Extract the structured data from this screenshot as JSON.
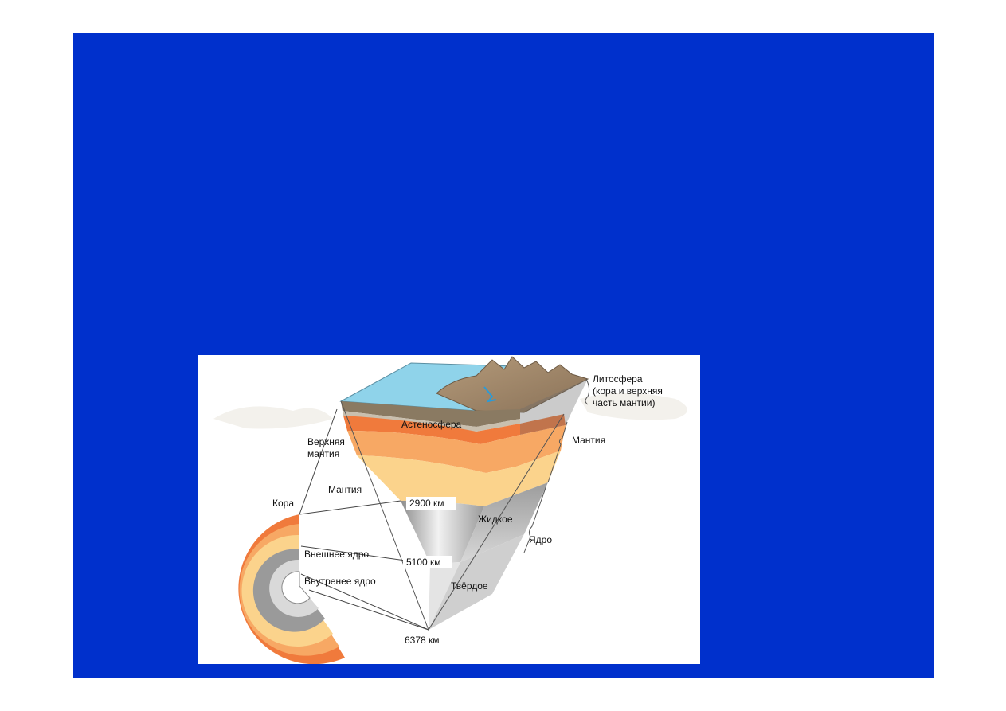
{
  "diagram": {
    "labels": {
      "lithosphere_line1": "Литосфера",
      "lithosphere_line2": "(кора и верхняя",
      "lithosphere_line3": "часть мантии)",
      "asthenosphere": "Астеносфера",
      "upper_mantle_line1": "Верхняя",
      "upper_mantle_line2": "мантия",
      "mantle_left": "Мантия",
      "mantle_right": "Мантия",
      "crust": "Кора",
      "outer_core": "Внешнее ядро",
      "inner_core": "Внутренее ядро",
      "liquid": "Жидкое",
      "solid": "Твёрдое",
      "core": "Ядро",
      "depth_2900": "2900 км",
      "depth_5100": "5100 км",
      "depth_6378": "6378 км"
    },
    "colors": {
      "slide_background": "#0030cc",
      "ocean": "#8fd3ea",
      "asthenosphere": "#f07a3c",
      "mantle_mid": "#f7a864",
      "mantle_lower": "#fbd38c",
      "core_gray": "#b5b5b5"
    }
  }
}
